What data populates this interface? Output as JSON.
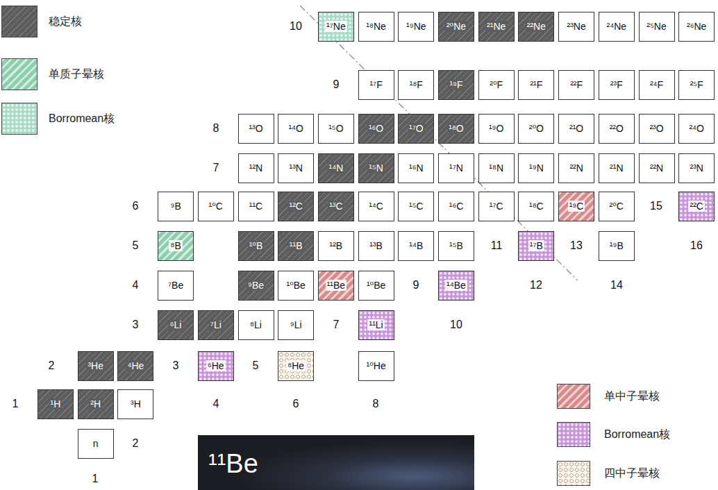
{
  "diagram": {
    "nodes": [
      {
        "text": [
          "¹⁷Ne"
        ]
      },
      {
        "text": [
          "¹⁸Ne"
        ]
      },
      {
        "text": [
          "¹⁹Ne"
        ]
      },
      {
        "text": [
          "²⁰Ne"
        ]
      },
      {
        "text": [
          "²¹Ne"
        ]
      },
      {
        "text": [
          "²²Ne"
        ]
      },
      {
        "text": [
          "²³Ne"
        ]
      },
      {
        "text": [
          "²⁴Ne"
        ]
      },
      {
        "text": [
          "²⁵Ne"
        ]
      },
      {
        "text": [
          "²⁶Ne"
        ]
      },
      {
        "text": [
          "¹⁷F"
        ]
      },
      {
        "text": [
          "¹⁸F"
        ]
      },
      {
        "text": [
          "¹⁹F"
        ]
      },
      {
        "text": [
          "²⁰F"
        ]
      },
      {
        "text": [
          "²¹F"
        ]
      },
      {
        "text": [
          "²²F"
        ]
      },
      {
        "text": [
          "²³F"
        ]
      },
      {
        "text": [
          "²⁴F"
        ]
      },
      {
        "text": [
          "²⁵F"
        ]
      },
      {
        "text": [
          "¹³O"
        ]
      },
      {
        "text": [
          "¹⁴O"
        ]
      },
      {
        "text": [
          "¹⁵O"
        ]
      },
      {
        "text": [
          "¹⁶O"
        ]
      },
      {
        "text": [
          "¹⁷O"
        ]
      },
      {
        "text": [
          "¹⁸O"
        ]
      },
      {
        "text": [
          "¹⁹O"
        ]
      },
      {
        "text": [
          "²⁰O"
        ]
      },
      {
        "text": [
          "²¹O"
        ]
      },
      {
        "text": [
          "²²O"
        ]
      },
      {
        "text": [
          "²³O"
        ]
      },
      {
        "text": [
          "²⁴O"
        ]
      },
      {
        "text": [
          "¹²N"
        ]
      },
      {
        "text": [
          "¹³N"
        ]
      },
      {
        "text": [
          "¹⁴N"
        ]
      },
      {
        "text": [
          "¹⁵N"
        ]
      },
      {
        "text": [
          "¹⁶N"
        ]
      },
      {
        "text": [
          "¹⁷N"
        ]
      },
      {
        "text": [
          "¹⁸N"
        ]
      },
      {
        "text": [
          "¹⁹N"
        ]
      },
      {
        "text": [
          "²²N"
        ]
      },
      {
        "text": [
          "²¹N"
        ]
      },
      {
        "text": [
          "²²N"
        ]
      },
      {
        "text": [
          "²³N"
        ]
      },
      {
        "text": [
          "⁹B"
        ]
      },
      {
        "text": [
          "¹⁰C"
        ]
      },
      {
        "text": [
          "¹¹C"
        ]
      },
      {
        "text": [
          "¹²C"
        ]
      },
      {
        "text": [
          "¹³C"
        ]
      },
      {
        "text": [
          "¹⁴C"
        ]
      },
      {
        "text": [
          "¹⁵C"
        ]
      },
      {
        "text": [
          "¹⁶C"
        ]
      },
      {
        "text": [
          "¹⁷C"
        ]
      },
      {
        "text": [
          "¹⁸C"
        ]
      },
      {
        "text": [
          "¹⁹C"
        ]
      },
      {
        "text": [
          "²⁰C"
        ]
      },
      {
        "text": [
          "²²C"
        ]
      },
      {
        "text": [
          "⁸B"
        ]
      },
      {
        "text": [
          "¹⁰B"
        ]
      },
      {
        "text": [
          "¹¹B"
        ]
      },
      {
        "text": [
          "¹²B"
        ]
      },
      {
        "text": [
          "¹³B"
        ]
      },
      {
        "text": [
          "¹⁴B"
        ]
      },
      {
        "text": [
          "¹⁵B"
        ]
      },
      {
        "text": [
          "¹⁷B"
        ]
      },
      {
        "text": [
          "¹⁹B"
        ]
      },
      {
        "text": [
          "⁷Be"
        ]
      },
      {
        "text": [
          "⁹Be"
        ]
      },
      {
        "text": [
          "¹⁰Be"
        ]
      },
      {
        "text": [
          "¹¹Be"
        ]
      },
      {
        "text": [
          "¹⁰Be"
        ]
      },
      {
        "text": [
          "¹⁴Be"
        ]
      },
      {
        "text": [
          "⁶Li"
        ]
      },
      {
        "text": [
          "⁷Li"
        ]
      },
      {
        "text": [
          "⁸Li"
        ]
      },
      {
        "text": [
          "⁹Li"
        ]
      },
      {
        "text": [
          "¹¹Li"
        ]
      },
      {
        "text": [
          "³He"
        ]
      },
      {
        "text": [
          "⁴He"
        ]
      },
      {
        "text": [
          "⁶He"
        ]
      },
      {
        "text": [
          "⁸He"
        ]
      },
      {
        "text": [
          "¹⁰He"
        ]
      },
      {
        "text": [
          "¹H"
        ]
      },
      {
        "text": [
          "²H"
        ]
      },
      {
        "text": [
          "³H"
        ]
      },
      {
        "text": [
          "n"
        ]
      }
    ],
    "labels": [
      "10",
      "9",
      "8",
      "7",
      "6",
      "15",
      "5",
      "11",
      "13",
      "16",
      "4",
      "9",
      "12",
      "14",
      "3",
      "7",
      "10",
      "2",
      "3",
      "5",
      "1",
      "4",
      "6",
      "8",
      "2",
      "¹¹Be",
      "1"
    ],
    "legend": [
      {
        "text": "稳定核",
        "color": "#5d5d5d"
      },
      {
        "text": "单质子晕核",
        "color": "#8ccfae"
      },
      {
        "text": "Borromean核",
        "color": "#a9dcc6"
      },
      {
        "text": "单中子晕核",
        "color": "#d98a8a"
      },
      {
        "text": "Borromean核",
        "color": "#c996dc"
      },
      {
        "text": "四中子晕核",
        "color": "#c9a27a"
      }
    ]
  }
}
